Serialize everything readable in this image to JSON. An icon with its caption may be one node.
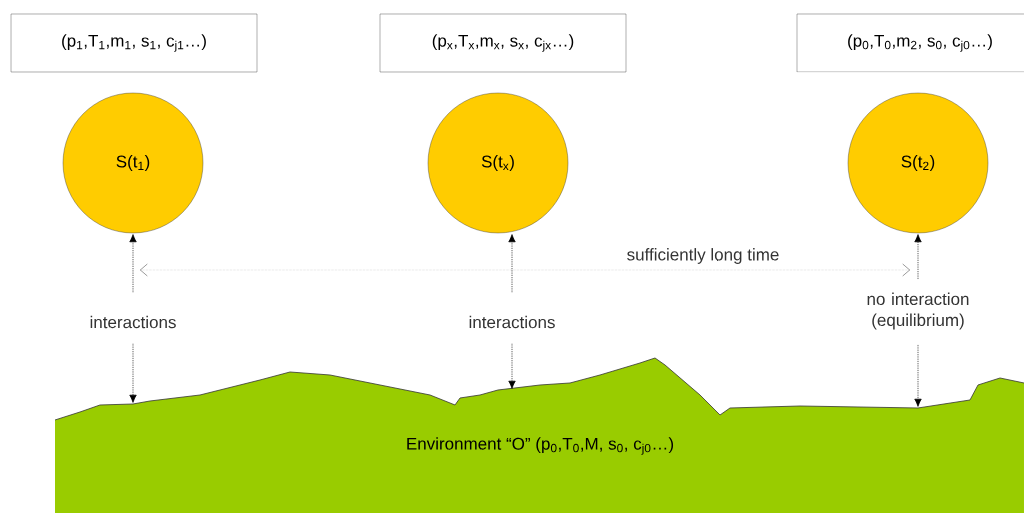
{
  "diagram": {
    "nodes": [
      {
        "text": [
          "(p$_{1}$,T$_{1}$,m$_{1}$, s$_{1}$, c$_{j1}$…)"
        ]
      },
      {
        "text": [
          "(p$_{x}$,T$_{x}$,m$_{x}$, s$_{x}$, c$_{jx}$…)"
        ]
      },
      {
        "text": [
          "(p$_{0}$,T$_{0}$,m$_{2}$, s$_{0}$, c$_{j0}$…)"
        ]
      },
      {
        "text": [
          "S(t$_{1}$)"
        ]
      },
      {
        "text": [
          "S(t$_{x}$)"
        ]
      },
      {
        "text": [
          "S(t$_{2}$)"
        ]
      },
      {
        "text": [
          "interactions"
        ]
      },
      {
        "text": [
          "interactions"
        ]
      },
      {
        "text": [
          "no interaction (equilibrium)"
        ]
      },
      {
        "text": [
          "Environment “O” (p$_{0}$,T$_{0}$,M, s$_{0}$, c$_{j0}$…)"
        ]
      }
    ],
    "edges": [
      {
        "from": 6,
        "to": 3,
        "arrow": "to"
      },
      {
        "from": 6,
        "to": 9,
        "arrow": "to"
      },
      {
        "from": 7,
        "to": 4,
        "arrow": "to"
      },
      {
        "from": 7,
        "to": 9,
        "arrow": "to"
      },
      {
        "from": 8,
        "to": 5,
        "arrow": "to"
      },
      {
        "from": 8,
        "to": 9,
        "arrow": "to"
      }
    ],
    "labels": [
      "sufficiently long time"
    ]
  }
}
